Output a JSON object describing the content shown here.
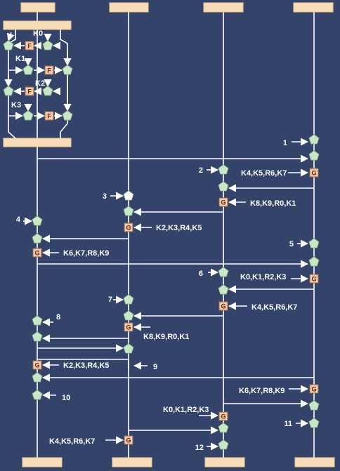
{
  "colors": {
    "background": "#344369",
    "line": "#ffffff",
    "node_fill": "#c6e8c6",
    "box_fill": "#f6dcb8",
    "box_border": "#f4c890",
    "gate_fill": "#f4c8a8",
    "gate_border": "#9a6a48"
  },
  "inset": {
    "key_labels": [
      "K0",
      "K1",
      "K2",
      "K3"
    ],
    "f_label": "F"
  },
  "gate_label": "G",
  "step_numbers": [
    "1",
    "2",
    "3",
    "4",
    "5",
    "6",
    "7",
    "8",
    "9",
    "10",
    "11",
    "12"
  ],
  "key_schedules": [
    "K4,K5,R6,K7",
    "K8,K9,R0,K1",
    "K2,K3,R4,K5",
    "K6,K7,R8,K9",
    "K0,K1,R2,K3",
    "K4,K5,R6,K7",
    "K8,K9,R0,K1",
    "K2,K3,R4,K5",
    "K6,K7,R8,K9",
    "K0,K1,R2,K3",
    "K4,K5,R6,K7"
  ]
}
